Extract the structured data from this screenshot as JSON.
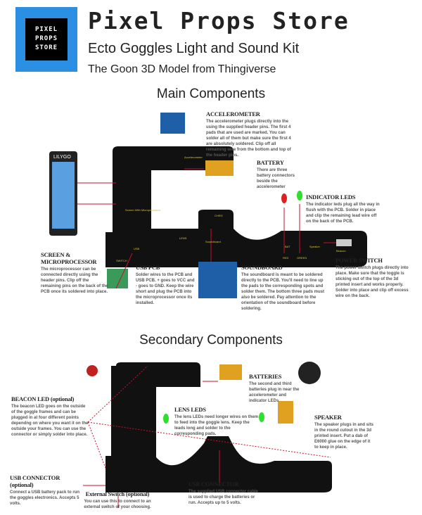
{
  "logo": {
    "lines": [
      "PIXEL",
      "PROPS",
      "STORE"
    ],
    "color": "#2b8fe3"
  },
  "header": {
    "title": "Pixel Props Store",
    "subtitle": "Ecto Goggles Light and Sound Kit",
    "model": "The Goon 3D Model from Thingiverse"
  },
  "main": {
    "heading": "Main Components",
    "items": [
      {
        "title": "ACCELEROMETER",
        "text": "The accelerometer plugs directly into the using the supplied header pins. The first 4 pads that are used are marked. You can solder all of them but make sure the first 4 are absolutely soldered. Clip off all remaining wire from the bottom and top of the header pins."
      },
      {
        "title": "BATTERY",
        "text": "There are three battery connectors beside the accelerometer"
      },
      {
        "title": "INDICATOR LEDS",
        "text": "The indicator leds plug all the way in flush with the PCB. Solder in place and clip the remaining lead wire off on the back of the PCB."
      },
      {
        "title": "SCREEN & MICROPROCESSOR",
        "text": "The microprocessor can be connected directly using the header pins. Clip off the remaining pins on the back of the PCB once its soldered into place."
      },
      {
        "title": "USB PCB",
        "text": "Solder wires to the PCB and USB PCB. + goes to VCC and - goes to GND. Keep the wire short and plug the PCB into the microprocessor once its installed."
      },
      {
        "title": "SOUNDBOARD",
        "text": "The soundboard is meant to be soldered directly to the PCB. You'll need to line up the pads to the corresponding spots and solder them. The bottom three pads must also be soldered. Pay attention to the orientation of the soundboard before soldering."
      },
      {
        "title": "POWER SWITCH",
        "text": "The power switch plugs directly into place. Make sure that the toggle is sticking out of the top of the 3d printed insert and works properly. Solder into place and clip off excess wire on the back."
      }
    ]
  },
  "secondary": {
    "heading": "Secondary Components",
    "items": [
      {
        "title": "BATTERIES",
        "text": "The second and third batteries plug in near the accelerometer and indicator LEDs"
      },
      {
        "title": "BEACON LED (optional)",
        "text": "The beacon LED goes on the outside of the goggle frames and can be plugged in at four different points dependng on where you want it on the outside your frames. You can use the connector or simply solder into place."
      },
      {
        "title": "LENS LEDS",
        "text": "The lens LEDs need longer wires on them to feed into the goggle lens. Keep the leads long and solder to the corresponding pads."
      },
      {
        "title": "SPEAKER",
        "text": "The speaker plugs in and sits in the round cutout in the 3d printed insert. Put a dab of E6000 glue on the edge of it to keep in place."
      },
      {
        "title": "USB CONNECTOR (optional)",
        "text": "Connect a USB battery pack to run the goggles electronics. Accepts 5 volts."
      },
      {
        "title": "USB CONNECTOR",
        "text": "The supplied USB connector cable is used to charge the batteries or run. Accepts up to 5 volts."
      },
      {
        "title": "External Switch (optional)",
        "text": "You can use this to connect to an external switch of your choosing."
      }
    ]
  },
  "pcb": {
    "labels": [
      "Accelerometer",
      "Screen With Microprocessor",
      "Soundboard",
      "LENS",
      "BAT",
      "Speaker",
      "Beacon",
      "RED",
      "GREEN",
      "USB",
      "SWITCH",
      "CHRG"
    ],
    "board_color": "#111111",
    "pad_color": "#d8c22a"
  },
  "screen_brand": "LILYGO",
  "colors": {
    "arrow": "#c8102e",
    "led_red": "#e02020",
    "led_green": "#2ee02e",
    "soundboard": "#1f5fa8"
  }
}
